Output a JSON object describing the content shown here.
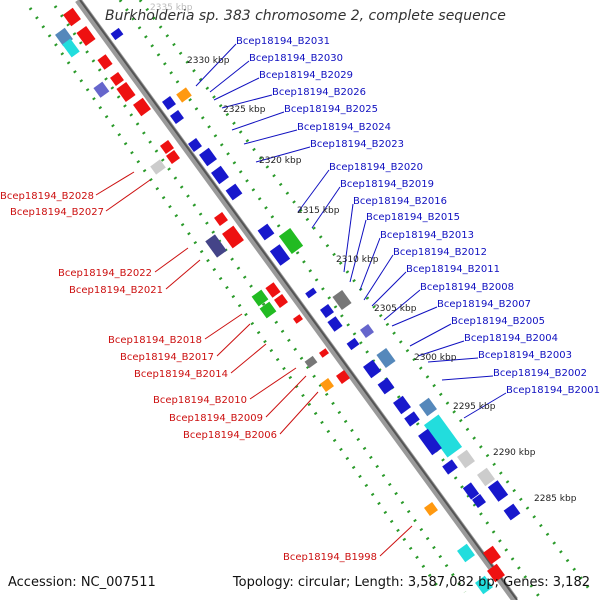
{
  "title": "Burkholderia sp. 383 chromosome 2, complete sequence",
  "accession": "Accession: NC_007511",
  "summary": "Topology: circular; Length: 3,587,082 bp; Genes: 3,182",
  "colors": {
    "backbone": "#8a8a8a",
    "dots": "#2a9a2a",
    "label_blue": "#1010c0",
    "label_red": "#cc1010",
    "gene_red": "#ee1111",
    "gene_blue": "#1818cc",
    "gene_green": "#22bb22",
    "gene_cyan": "#22dddd",
    "gene_orange": "#ff9910",
    "gene_gray": "#777777",
    "gene_slate": "#5588bb",
    "gene_purple": "#6666cc"
  },
  "ticks": [
    {
      "label": "2335 kbp"
    },
    {
      "label": "2330 kbp"
    },
    {
      "label": "2325 kbp"
    },
    {
      "label": "2320 kbp"
    },
    {
      "label": "2315 kbp"
    },
    {
      "label": "2310 kbp"
    },
    {
      "label": "2305 kbp"
    },
    {
      "label": "2300 kbp"
    },
    {
      "label": "2295 kbp"
    },
    {
      "label": "2290 kbp"
    },
    {
      "label": "2285 kbp"
    }
  ],
  "labels_right": [
    "Bcep18194_B2031",
    "Bcep18194_B2030",
    "Bcep18194_B2029",
    "Bcep18194_B2026",
    "Bcep18194_B2025",
    "Bcep18194_B2024",
    "Bcep18194_B2023",
    "Bcep18194_B2020",
    "Bcep18194_B2019",
    "Bcep18194_B2016",
    "Bcep18194_B2015",
    "Bcep18194_B2013",
    "Bcep18194_B2012",
    "Bcep18194_B2011",
    "Bcep18194_B2008",
    "Bcep18194_B2007",
    "Bcep18194_B2005",
    "Bcep18194_B2004",
    "Bcep18194_B2003",
    "Bcep18194_B2002",
    "Bcep18194_B2001"
  ],
  "labels_left": [
    "Bcep18194_B2028",
    "Bcep18194_B2027",
    "Bcep18194_B2022",
    "Bcep18194_B2021",
    "Bcep18194_B2018",
    "Bcep18194_B2017",
    "Bcep18194_B2014",
    "Bcep18194_B2010",
    "Bcep18194_B2009",
    "Bcep18194_B2006",
    "Bcep18194_B1998"
  ]
}
